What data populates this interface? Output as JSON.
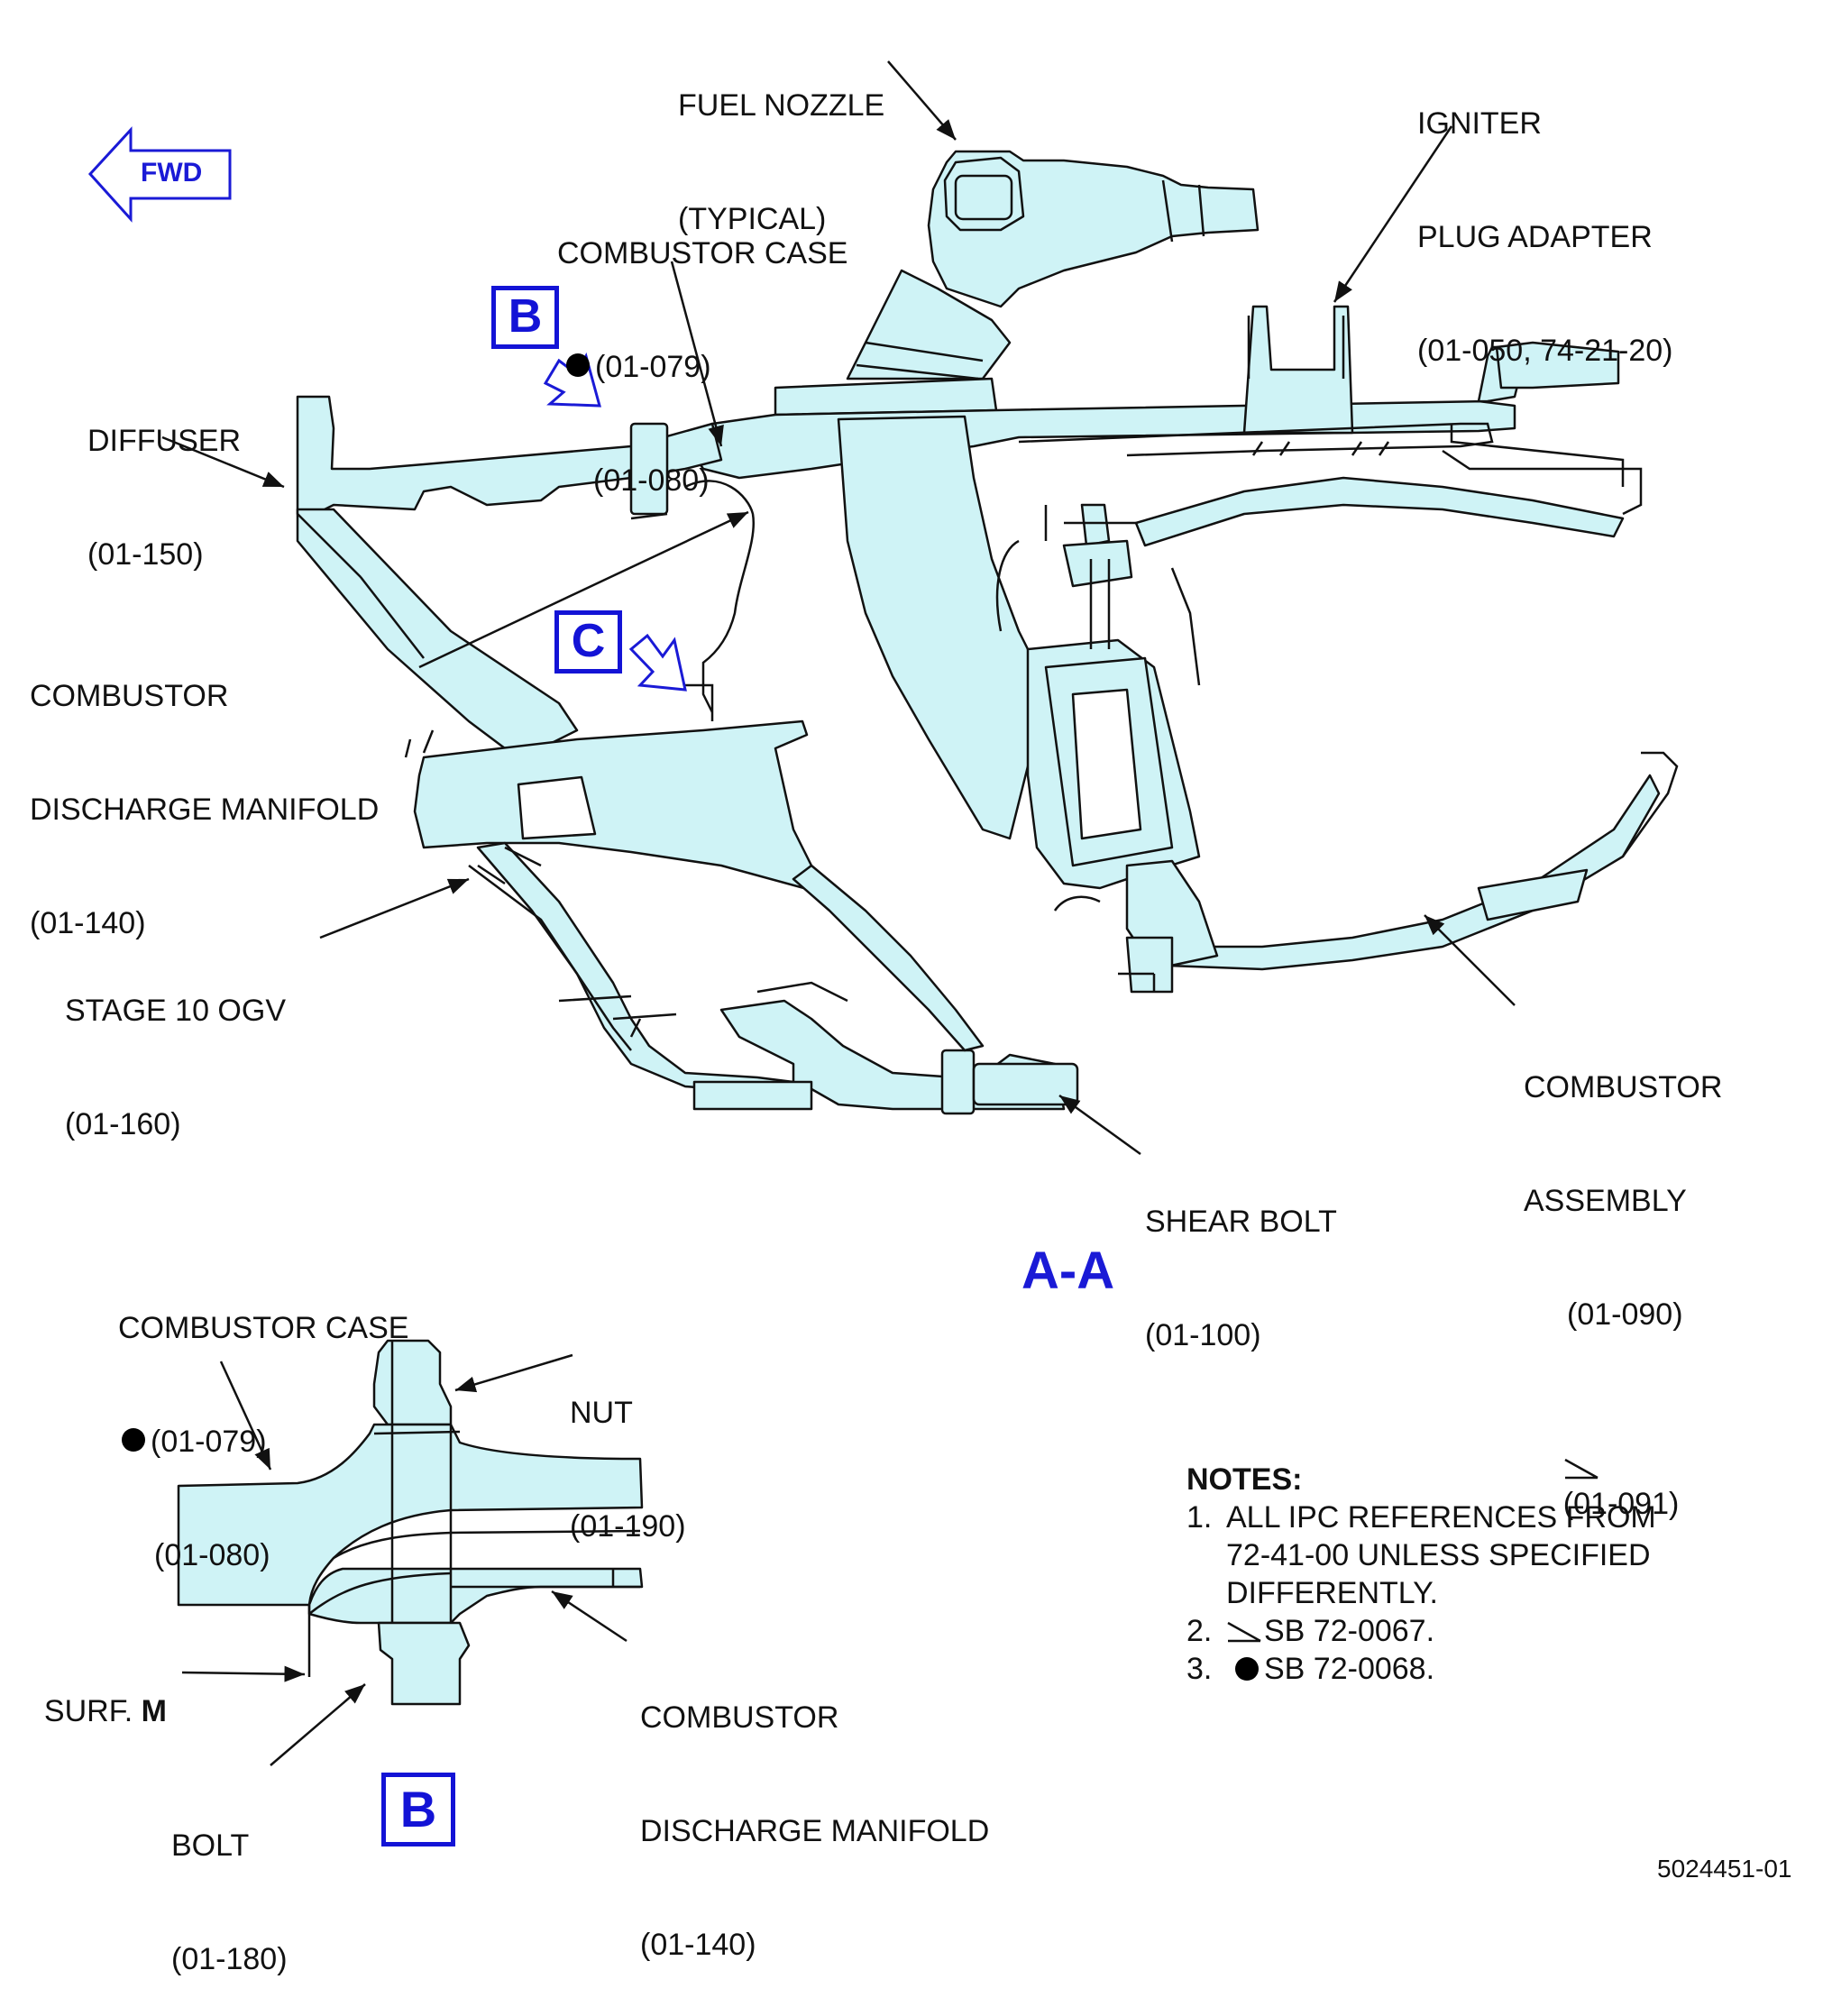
{
  "fwd": "FWD",
  "section_title": "A-A",
  "view_b_label": "B",
  "view_c_label": "C",
  "drawing_number": "5024451-01",
  "labels": {
    "fuel_nozzle": [
      "FUEL NOZZLE",
      "(TYPICAL)"
    ],
    "igniter": [
      "IGNITER",
      "PLUG ADAPTER",
      "(01-050, 74-21-20)"
    ],
    "combustor_case": {
      "title": "COMBUSTOR CASE",
      "ref1": "(01-079)",
      "ref2": "(01-080)"
    },
    "diffuser": [
      "DIFFUSER",
      "(01-150)"
    ],
    "cdm": [
      "COMBUSTOR",
      "DISCHARGE MANIFOLD",
      "(01-140)"
    ],
    "stage10": [
      "STAGE 10 OGV",
      "(01-160)"
    ],
    "combustor_assembly": {
      "l1": "COMBUSTOR",
      "l2": "ASSEMBLY",
      "ref1": "(01-090)",
      "ref2": "(01-091)"
    },
    "shear_bolt": [
      "SHEAR BOLT",
      "(01-100)"
    ],
    "detail_case": {
      "title": "COMBUSTOR CASE",
      "ref1": "(01-079)",
      "ref2": "(01-080)"
    },
    "nut": [
      "NUT",
      "(01-190)"
    ],
    "detail_cdm": [
      "COMBUSTOR",
      "DISCHARGE MANIFOLD",
      "(01-140)"
    ],
    "surf": {
      "text": "SURF. ",
      "bold": "M"
    },
    "bolt": [
      "BOLT",
      "(01-180)"
    ]
  },
  "notes": {
    "title": "NOTES:",
    "n1_num": "1.",
    "n1_lines": [
      "ALL IPC REFERENCES FROM",
      "72-41-00 UNLESS SPECIFIED",
      "DIFFERENTLY."
    ],
    "n2_num": "2.",
    "n2_text": "SB 72-0067.",
    "n3_num": "3.",
    "n3_text": "SB 72-0068."
  },
  "colors": {
    "fill": "#cff3f6",
    "blue": "#1a1ad6",
    "stroke": "#111111"
  }
}
